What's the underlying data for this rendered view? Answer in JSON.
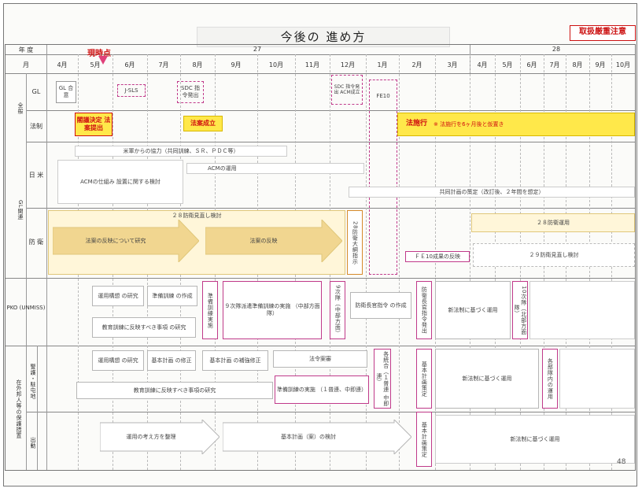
{
  "title": "今後の 進め方",
  "stamp": "取扱厳重注意",
  "page_number": "48",
  "header": {
    "year_label": "年 度",
    "month_label": "月",
    "fy27": "27",
    "fy28": "28",
    "now_marker": "現時点",
    "months_27": [
      "4月",
      "5月",
      "6月",
      "7月",
      "8月",
      "9月",
      "10月",
      "11月",
      "12月",
      "1月",
      "2月",
      "3月"
    ],
    "months_28": [
      "4月",
      "5月",
      "6月",
      "7月",
      "8月",
      "9月",
      "10月"
    ]
  },
  "rows": {
    "zenpan": "全般",
    "gl": "GL",
    "houseii": "法制",
    "nichibei": "日 米",
    "gl_kanren": "GL関連",
    "bouei": "防 衛",
    "pko": "PKO (UNMISS)",
    "zaigai": "在外邦人等の保護措置",
    "keibi": "警護・駐屯地",
    "shutsudou": "出動"
  },
  "cells": {
    "gl_goui": "GL 合意",
    "jsls": "J-SLS",
    "sdc": "SDC 指令発出",
    "sdc2": "SDC 指令発出 ACM成立",
    "fe": "FE10",
    "kakugi": "閣議決定 法案提出",
    "houan_seiritsu": "法案成立",
    "hou_shikou": "法施行",
    "shikou_note": "※ 法施行を6ヶ月後と仮置き",
    "beigun_kyouryoku": "米軍からの協力（共同訓練、ＳＲ、ＰＤＣ等）",
    "acm_kentou": "ACMの仕組み 設置に関する検討",
    "acm_unyou": "ACMの運用",
    "kyoudou_keikaku": "共同計画の策定（改訂後、２年間を想定）",
    "h28_minaoshi": "２８防衛見直し検討",
    "houan_hanei_kenkyuu": "法案の反映について研究",
    "houan_hanei": "法案の反映",
    "h28_shiji": "28防衛大綱指示",
    "h28_unyou": "２８防衛運用",
    "fe_hanei": "ＦＥ10成果の反映",
    "h29_minaoshi": "２９防衛見直し検討",
    "pko_unyou_kousou": "運用構想 の研究",
    "pko_junbi": "準備訓練 の作成",
    "pko_junbi_v": "準備訓練実施",
    "pko_9ji": "９次隊派遣準備訓練の実施 （中部方面隊）",
    "pko_9ji_v": "9次隊（中部方面）",
    "pko_hanei_kenkyuu": "教育訓練に反映すべき事項 の研究",
    "pko_shiji": "防衛長官指令 の作成",
    "pko_hatsurei": "防衛長官指令発出",
    "pko_shinhousei": "新法制に基づく運用",
    "pko_10ji_v": "10次隊（北部方面隊）",
    "z_unyou_kousou": "運用構想 の研究",
    "z_kihon": "基本計画 の修正",
    "z_kihon2": "基本計画 の補強修正",
    "z_houreian": "法令案審",
    "z_kihon_hatsurei": "基本計画策定",
    "z_shinhousei": "新法制に基づく運用",
    "z_kanbu": "各部隊内の運用",
    "z_hanei_kenkyuu": "教育訓練に反映すべき事項の研究",
    "z_junbi_jisshi": "準備訓練の実施 （１普連、中即連）",
    "z_kakushou_v": "各統合（１普連 中即連）",
    "s_kangaekata": "運用の考え方を整理",
    "s_kihon": "基本計画（案）の検討",
    "s_kihon_hatsurei": "基本計画策定",
    "s_shinhousei": "新法制に基づく運用"
  },
  "colors": {
    "pink_border": "#c03a8a",
    "yellow": "#ffe84a",
    "red_text": "#d01010",
    "arrow_gold": "#f1d690",
    "arrow_pale": "#fff6d9"
  }
}
